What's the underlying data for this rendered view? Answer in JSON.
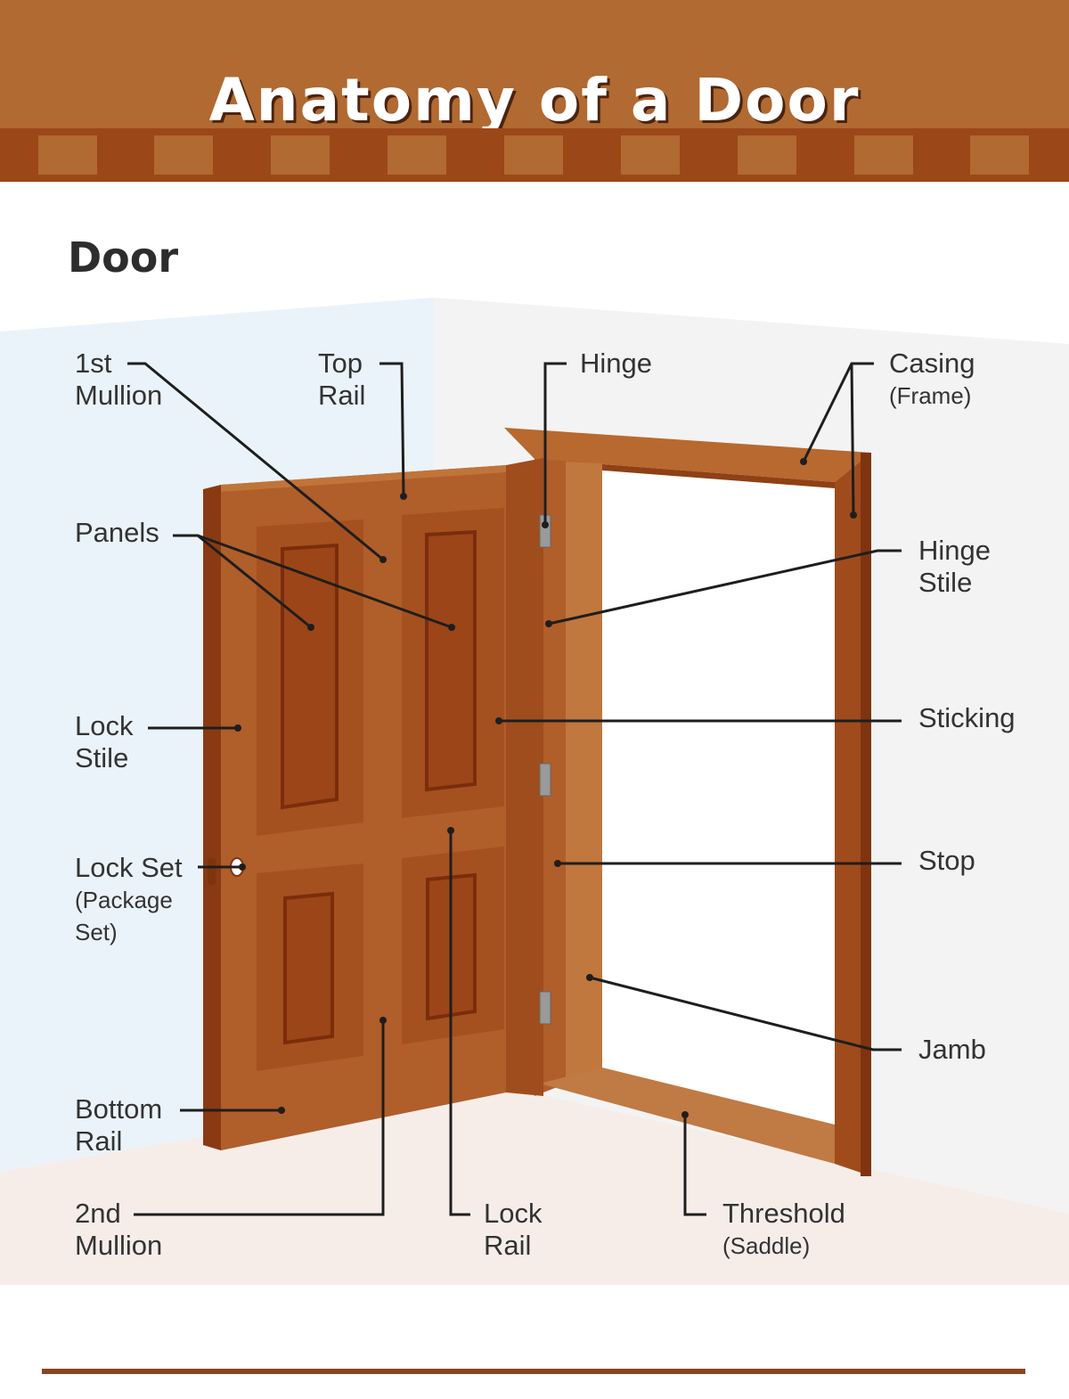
{
  "header": {
    "title": "Anatomy of a Door"
  },
  "section": {
    "title": "Door"
  },
  "colors": {
    "header_bg": "#b06a32",
    "dentil_band": "#9c4718",
    "wall_left": "#eaf3f9",
    "wall_right": "#f3f3f3",
    "floor": "#f7ede8",
    "door_wood": "#b05e2a",
    "panel_inset": "#9c4518",
    "leader_line": "#1e1e1e",
    "footer_rule": "#8a4520"
  },
  "labels": {
    "first_mullion": [
      "1st",
      "Mullion"
    ],
    "top_rail": [
      "Top",
      "Rail"
    ],
    "hinge": [
      "Hinge"
    ],
    "casing": {
      "name": "Casing",
      "alt": "(Frame)"
    },
    "panels": [
      "Panels"
    ],
    "hinge_stile": [
      "Hinge",
      "Stile"
    ],
    "lock_stile": [
      "Lock",
      "Stile"
    ],
    "sticking": [
      "Sticking"
    ],
    "lock_set": {
      "name": "Lock Set",
      "alt": [
        "(Package",
        "Set)"
      ]
    },
    "stop": [
      "Stop"
    ],
    "jamb": [
      "Jamb"
    ],
    "bottom_rail": [
      "Bottom",
      "Rail"
    ],
    "second_mullion": [
      "2nd",
      "Mullion"
    ],
    "lock_rail": [
      "Lock",
      "Rail"
    ],
    "threshold": {
      "name": "Threshold",
      "alt": "(Saddle)"
    }
  },
  "icons": [
    "hinge-icon",
    "keyhole-icon"
  ]
}
